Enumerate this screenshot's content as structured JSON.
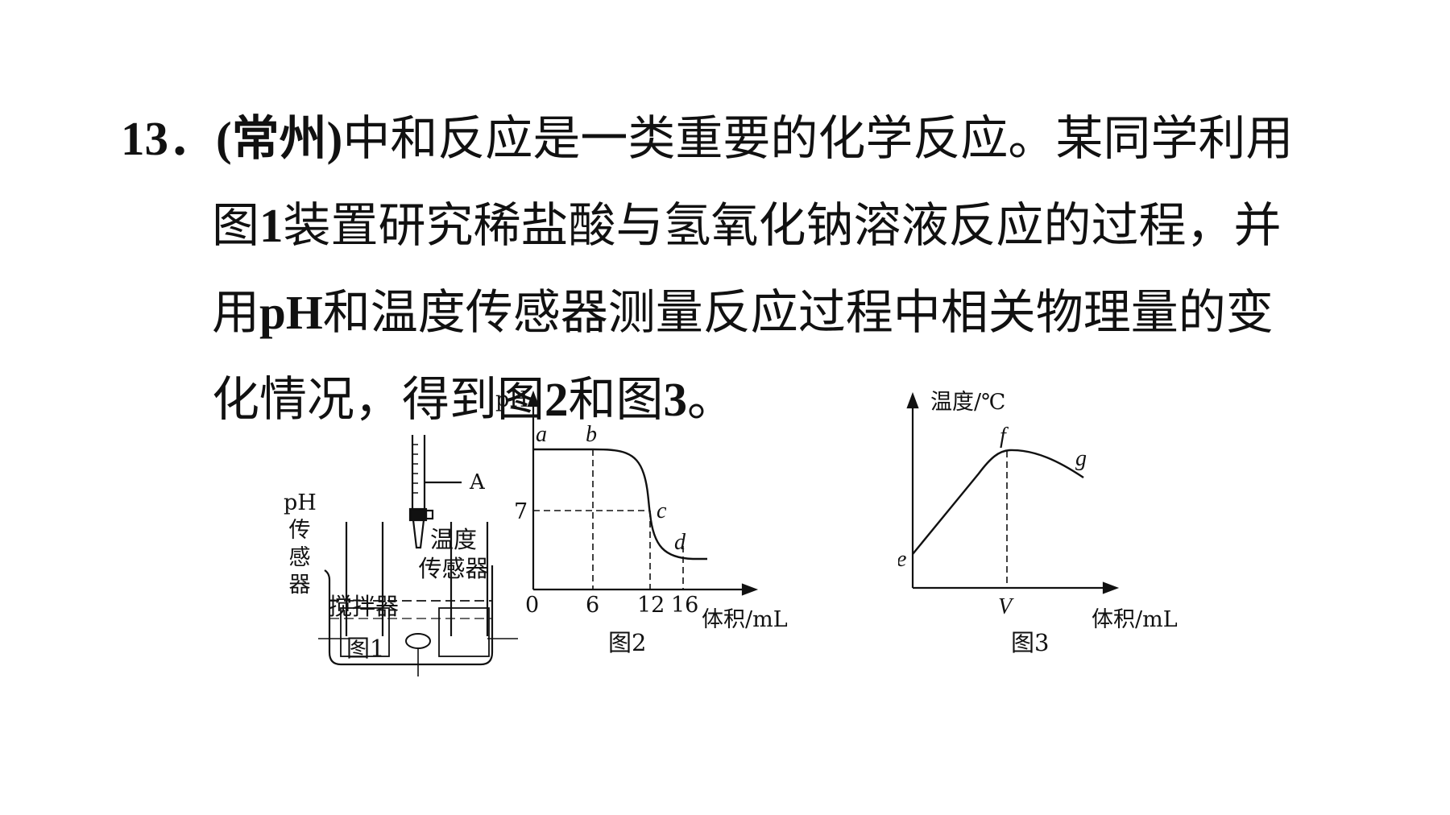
{
  "question": {
    "number": "13．",
    "source": "(常州)",
    "line1_text": "中和反应是一类重要的化学反应。某同学利用",
    "line2_pre": "图",
    "line2_num": "1",
    "line2_text": "装置研究稀盐酸与氢氧化钠溶液反应的过程，并",
    "line3_pre": "用",
    "line3_ph": "pH",
    "line3_text": "和温度传感器测量反应过程中相关物理量的变",
    "line4_a": "化情况，得到图",
    "line4_num1": "2",
    "line4_b": "和图",
    "line4_num2": "3",
    "line4_c": "。"
  },
  "figure1": {
    "label_A": "A",
    "ph_sensor": [
      "pH",
      "传",
      "感",
      "器"
    ],
    "temp_sensor": [
      "温度",
      "传感器"
    ],
    "stirrer": "搅拌器",
    "caption": "图1"
  },
  "figure2": {
    "y_label": "pH",
    "x_label": "体积/mL",
    "y_tick": "7",
    "x_ticks": [
      "0",
      "6",
      "12",
      "16"
    ],
    "points": [
      "a",
      "b",
      "c",
      "d"
    ],
    "caption": "图2"
  },
  "figure3": {
    "y_label": "温度/℃",
    "x_label": "体积/mL",
    "x_tick": "V",
    "points": [
      "e",
      "f",
      "g"
    ],
    "caption": "图3"
  },
  "chart_data": [
    {
      "type": "line",
      "ylabel": "pH",
      "xlabel": "体积/mL",
      "x_ticks": [
        0,
        6,
        12,
        16
      ],
      "y_ticks": [
        7
      ],
      "annotated_points": [
        {
          "label": "a",
          "x": 0
        },
        {
          "label": "b",
          "x": 6
        },
        {
          "label": "c",
          "x": 12,
          "y": 7
        },
        {
          "label": "d",
          "x": 16
        }
      ]
    },
    {
      "type": "line",
      "ylabel": "温度/℃",
      "xlabel": "体积/mL",
      "x_ticks": [
        "V"
      ],
      "annotated_points": [
        {
          "label": "e",
          "x": 0
        },
        {
          "label": "f",
          "x": "V"
        },
        {
          "label": "g"
        }
      ]
    }
  ]
}
